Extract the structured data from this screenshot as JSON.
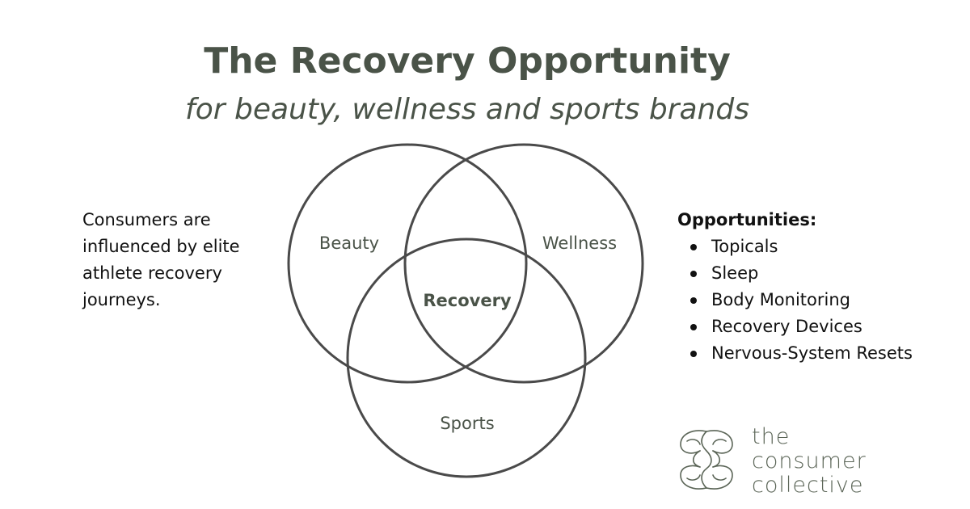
{
  "title": "The Recovery Opportunity",
  "subtitle": "for beauty, wellness and sports brands",
  "left_note": "Consumers are influenced by elite athlete recovery journeys.",
  "venn": {
    "sets": [
      "Beauty",
      "Wellness",
      "Sports"
    ],
    "center": "Recovery",
    "colors": {
      "stroke": "#4a4a4a",
      "label": "#4a5348"
    }
  },
  "opportunities": {
    "heading": "Opportunities:",
    "items": [
      "Topicals",
      "Sleep",
      "Body Monitoring",
      "Recovery Devices",
      "Nervous-System Resets"
    ]
  },
  "brand": {
    "line1": "the",
    "line2": "consumer",
    "line3": "collective",
    "color": "#5b6557"
  }
}
